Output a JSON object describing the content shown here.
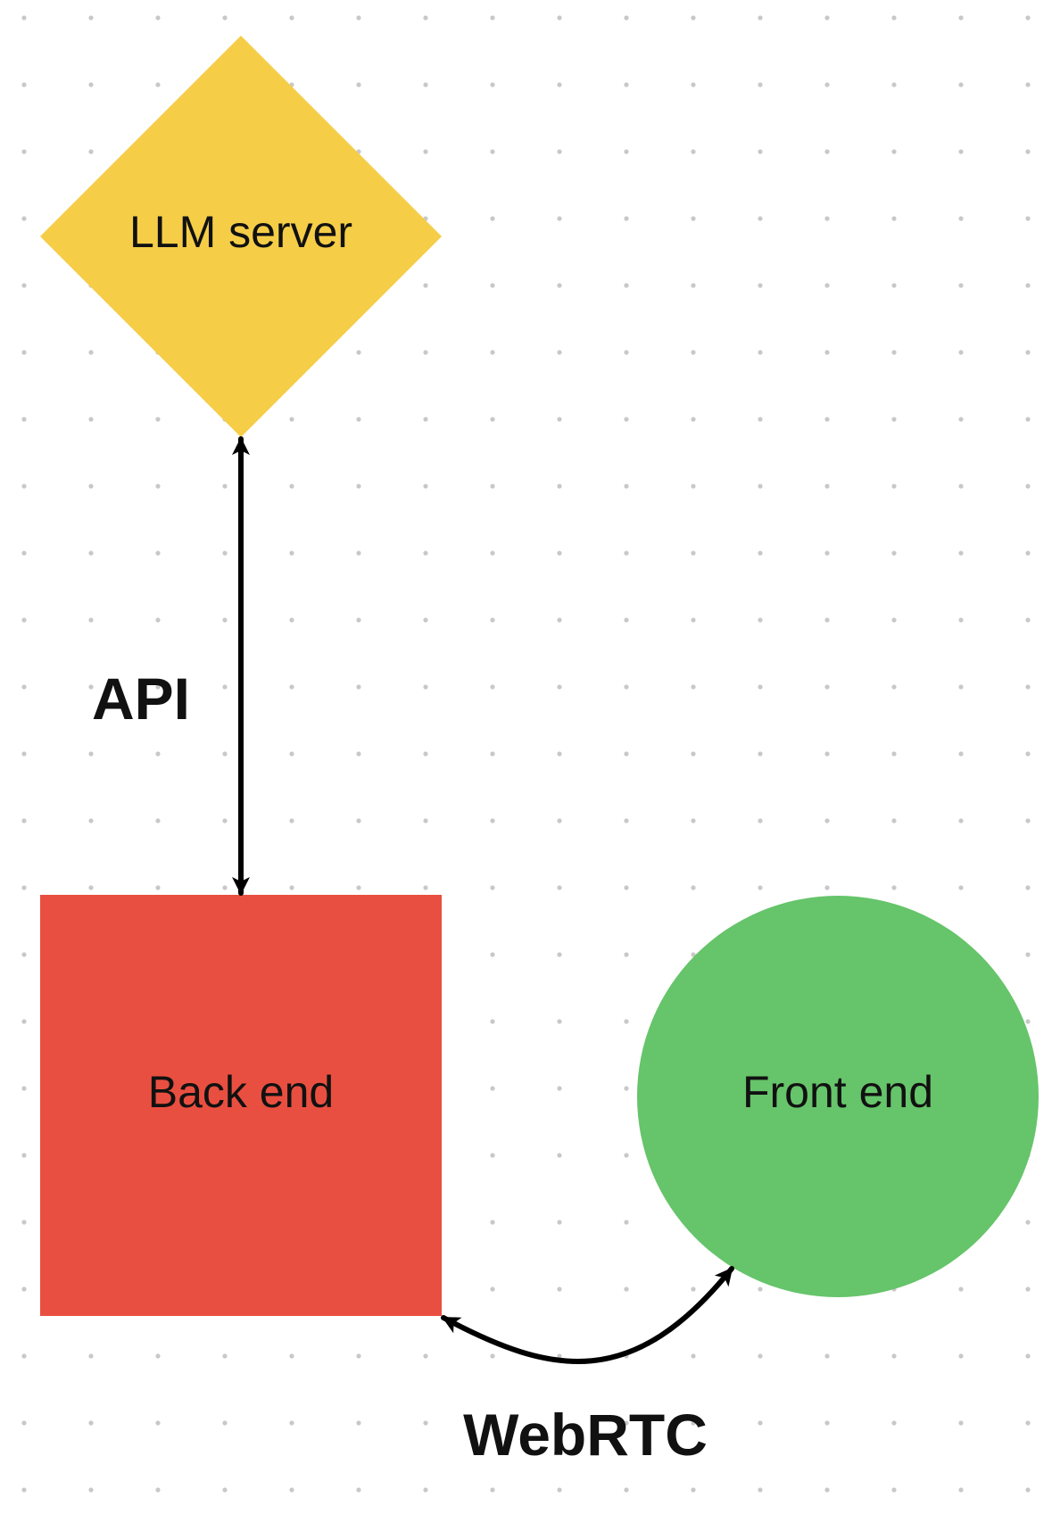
{
  "diagram": {
    "nodes": {
      "llm_server": {
        "label": "LLM server",
        "shape": "diamond",
        "color": "#F5CD47"
      },
      "back_end": {
        "label": "Back end",
        "shape": "square",
        "color": "#E94F40"
      },
      "front_end": {
        "label": "Front end",
        "shape": "circle",
        "color": "#66C46A"
      }
    },
    "edges": {
      "api": {
        "label": "API",
        "from": "llm_server",
        "to": "back_end",
        "direction": "both"
      },
      "webrtc": {
        "label": "WebRTC",
        "from": "back_end",
        "to": "front_end",
        "direction": "both"
      }
    }
  },
  "colors": {
    "background": "#FFFFFF",
    "grid_dot": "#C8C8C8",
    "connector": "#000000"
  }
}
